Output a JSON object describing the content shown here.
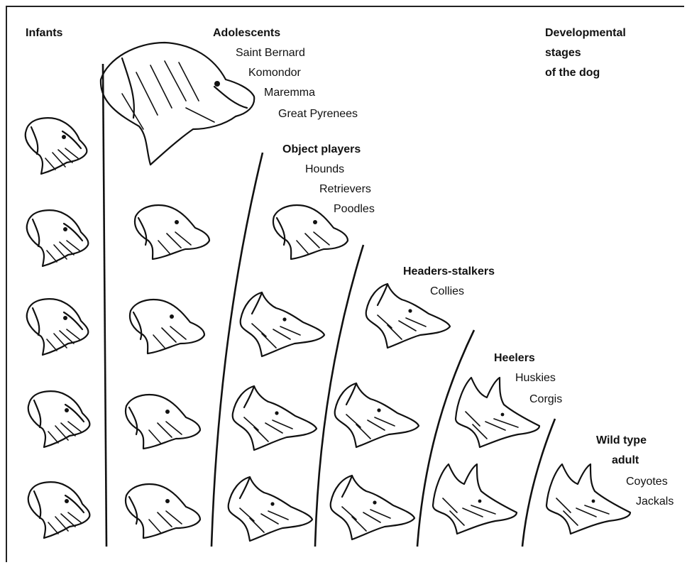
{
  "diagram": {
    "title_lines": [
      "Developmental",
      "stages",
      "of the dog"
    ],
    "groups": [
      {
        "id": "infants",
        "heading": "Infants",
        "items": []
      },
      {
        "id": "adolescents",
        "heading": "Adolescents",
        "items": [
          "Saint Bernard",
          "Komondor",
          "Maremma",
          "Great Pyrenees"
        ]
      },
      {
        "id": "object",
        "heading": "Object players",
        "items": [
          "Hounds",
          "Retrievers",
          "Poodles"
        ]
      },
      {
        "id": "headers",
        "heading": "Headers-stalkers",
        "items": [
          "Collies"
        ]
      },
      {
        "id": "heelers",
        "heading": "Heelers",
        "items": [
          "Huskies",
          "Corgis"
        ]
      },
      {
        "id": "wild",
        "heading_lines": [
          "Wild type",
          "adult"
        ],
        "items": [
          "Coyotes",
          "Jackals"
        ]
      }
    ],
    "illustration": {
      "subject": "dog head profiles arranged in columns by developmental stage",
      "column_counts": [
        5,
        5,
        4,
        3,
        2,
        1
      ]
    }
  }
}
